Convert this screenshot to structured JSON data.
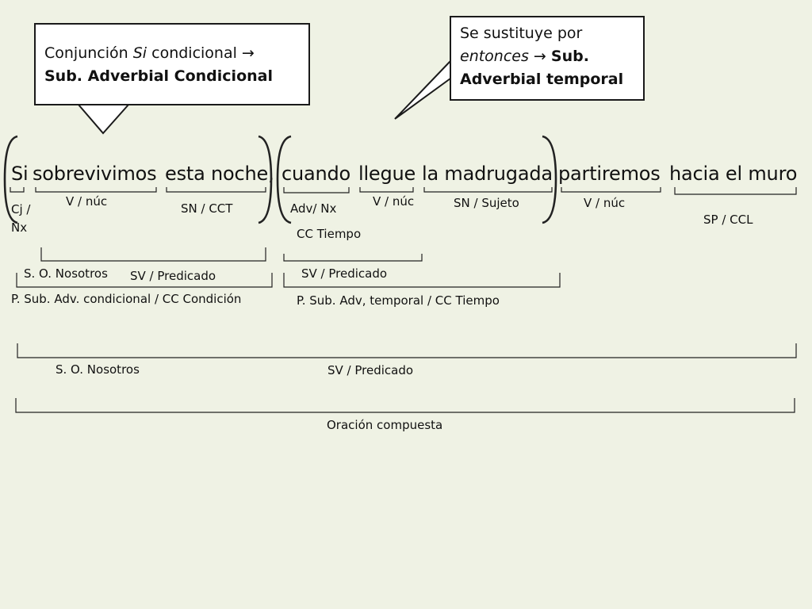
{
  "callouts": {
    "left": {
      "pre": "Conjunción ",
      "italic": "Si",
      "post": " condicional →",
      "bold": "Sub. Adverbial Condicional"
    },
    "right": {
      "line1": "Se sustituye por",
      "italic": "entonces",
      "arrow": " → ",
      "bold1": "Sub.",
      "bold2": "Adverbial temporal"
    }
  },
  "sentence": {
    "w1": "Si",
    "w2": "sobrevivimos",
    "w3": "esta noche,",
    "w4": "cuando",
    "w5": "llegue",
    "w6": "la madrugada",
    "w7": "partiremos",
    "w8": "hacia el muro"
  },
  "labels": {
    "cj1": "Cj /",
    "cj2": "Nx",
    "v_nuc_1": "V / núc",
    "sn_cct": "SN / CCT",
    "adv_nx": "Adv/ Nx",
    "cc_tiempo": "CC Tiempo",
    "v_nuc_2": "V / núc",
    "sn_sujeto": "SN / Sujeto",
    "v_nuc_3": "V / núc",
    "sp_ccl": "SP / CCL",
    "so_nosotros_1": "S. O. Nosotros",
    "sv_pred_1": "SV / Predicado",
    "sv_pred_2": "SV / Predicado",
    "p_sub_cond": "P. Sub. Adv. condicional / CC Condición",
    "p_sub_temp": "P. Sub. Adv, temporal / CC Tiempo",
    "so_nosotros_2": "S. O. Nosotros",
    "sv_pred_3": "SV / Predicado",
    "oracion": "Oración compuesta"
  }
}
